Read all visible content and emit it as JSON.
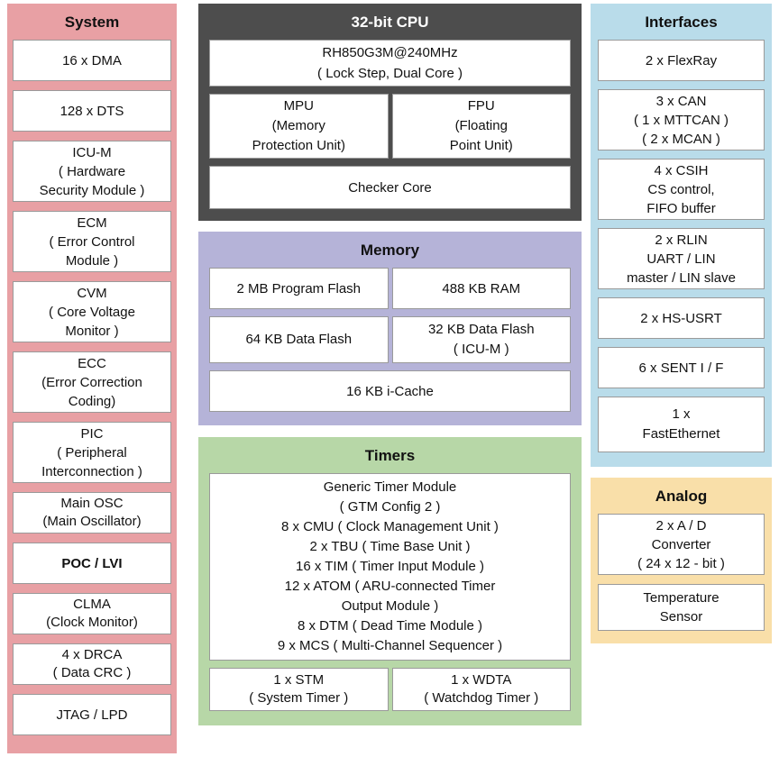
{
  "system": {
    "title": "System",
    "items": [
      "16 x DMA",
      "128 x DTS",
      "ICU-M\n( Hardware\nSecurity Module )",
      "ECM\n( Error Control\nModule )",
      "CVM\n( Core Voltage\nMonitor )",
      "ECC\n(Error Correction\nCoding)",
      "PIC\n( Peripheral\nInterconnection )",
      "Main OSC\n(Main Oscillator)",
      "POC / LVI",
      "CLMA\n(Clock Monitor)",
      "4 x DRCA\n( Data CRC )",
      "JTAG / LPD"
    ]
  },
  "cpu": {
    "title": "32-bit CPU",
    "core": "RH850G3M@240MHz\n( Lock Step, Dual Core )",
    "mpu": "MPU\n(Memory\nProtection Unit)",
    "fpu": "FPU\n(Floating\nPoint Unit)",
    "checker": "Checker Core"
  },
  "memory": {
    "title": "Memory",
    "program_flash": "2 MB Program Flash",
    "ram": "488 KB RAM",
    "data_flash": "64 KB Data Flash",
    "data_flash_icum": "32 KB Data Flash\n( ICU-M )",
    "icache": "16 KB i-Cache"
  },
  "timers": {
    "title": "Timers",
    "gtm": "Generic Timer Module\n( GTM Config 2 )\n8 x CMU ( Clock Management Unit )\n2 x TBU ( Time Base Unit )\n16 x TIM ( Timer Input Module )\n12 x ATOM ( ARU-connected Timer\nOutput Module )\n8 x DTM ( Dead Time Module )\n9 x MCS ( Multi-Channel Sequencer )",
    "stm": "1 x STM\n( System Timer )",
    "wdta": "1 x WDTA\n( Watchdog Timer )"
  },
  "interfaces": {
    "title": "Interfaces",
    "items": [
      "2 x FlexRay",
      "3 x CAN\n( 1 x MTTCAN )\n( 2 x MCAN )",
      "4 x CSIH\nCS control,\nFIFO buffer",
      "2 x RLIN\nUART / LIN\nmaster / LIN slave",
      "2 x HS-USRT",
      "6 x SENT I / F",
      "1 x\nFastEthernet"
    ]
  },
  "analog": {
    "title": "Analog",
    "items": [
      "2 x A / D\nConverter\n( 24 x 12 - bit )",
      "Temperature\nSensor"
    ]
  },
  "colors": {
    "system_bg": "#e8a0a4",
    "cpu_bg": "#4d4d4d",
    "memory_bg": "#b5b3d8",
    "timers_bg": "#b7d7a7",
    "interfaces_bg": "#b9dcea",
    "analog_bg": "#f9dfa9"
  }
}
